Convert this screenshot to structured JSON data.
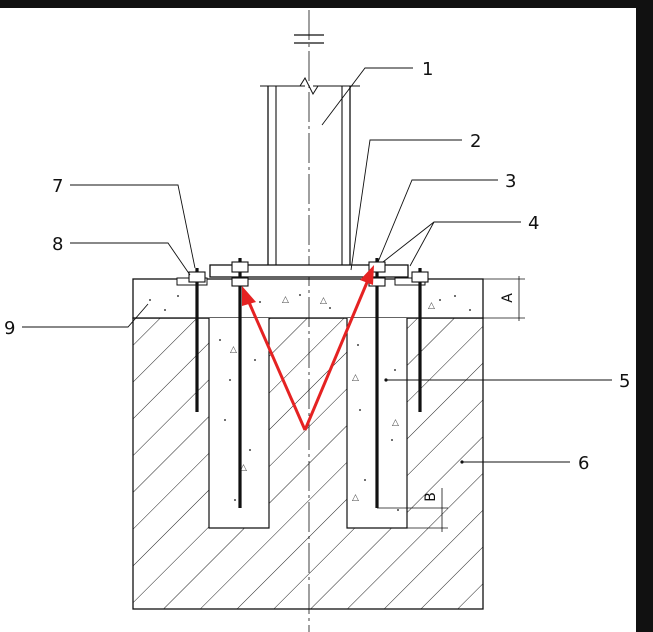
{
  "colors": {
    "frame": "#111111",
    "sheet": "#ffffff",
    "line": "#111111",
    "arrow": "#e52222"
  },
  "callouts": [
    "1",
    "2",
    "3",
    "4",
    "5",
    "6",
    "7",
    "8",
    "9"
  ],
  "dimensions": {
    "grout_thickness": "A",
    "bolt_clearance": "B"
  }
}
